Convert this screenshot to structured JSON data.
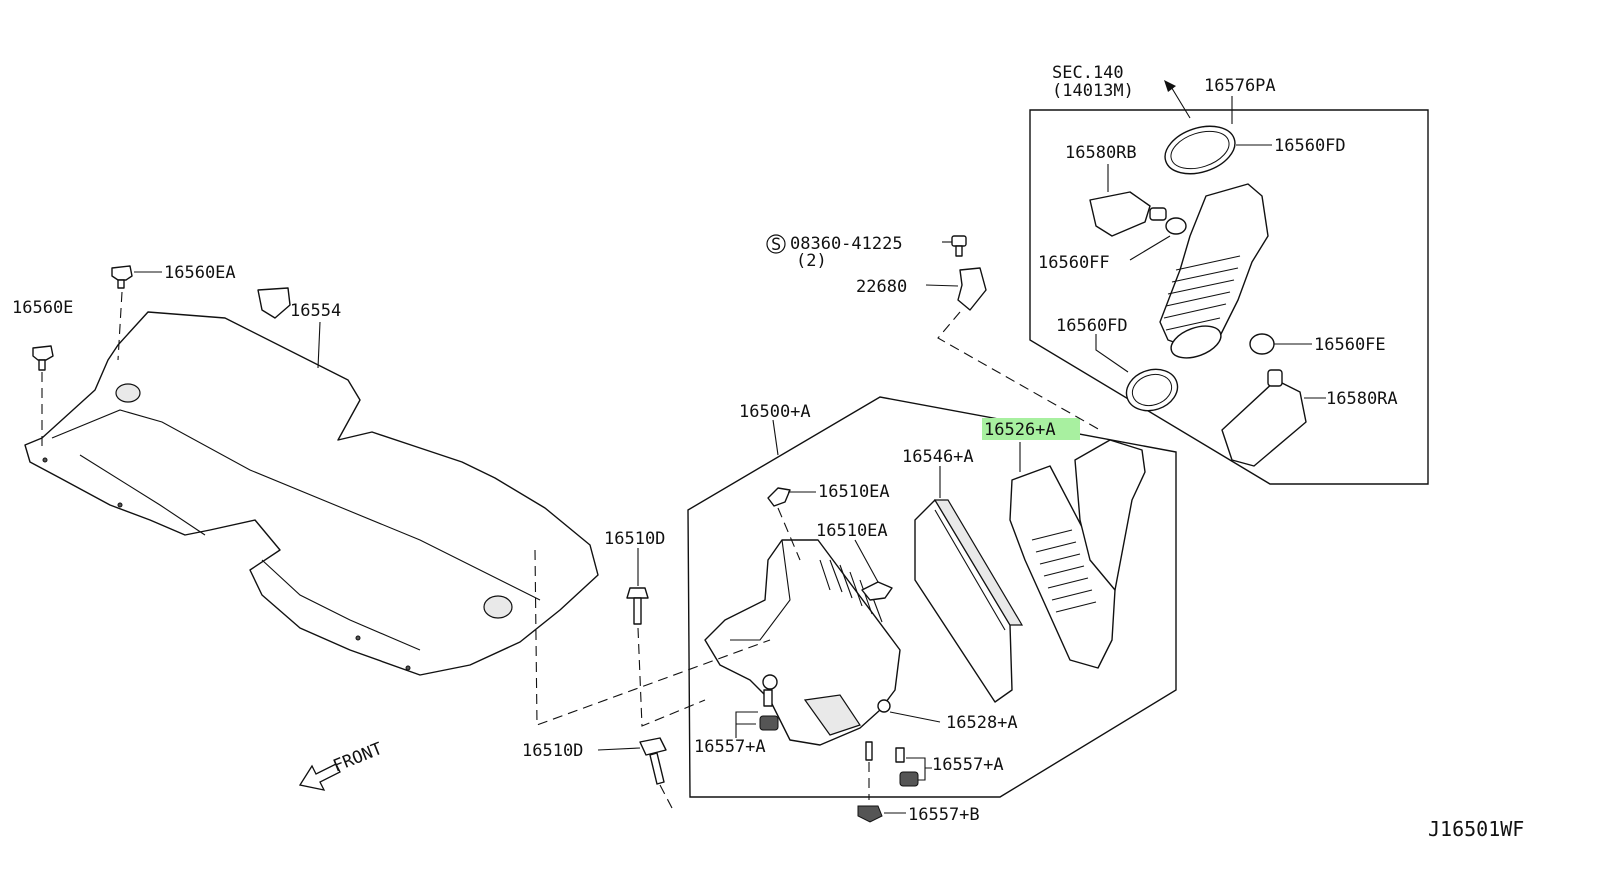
{
  "diagram_id": "J16501WF",
  "callout_highlight_color": "#a8f0a0",
  "callouts": {
    "p16554": "16554",
    "p16560e": "16560E",
    "p16560ea": "16560EA",
    "p16500a": "16500+A",
    "p16510ea_top": "16510EA",
    "p16510ea_mid": "16510EA",
    "p16510d_top": "16510D",
    "p16510d_bottom": "16510D",
    "p16546a": "16546+A",
    "p16526a": "16526+A",
    "p16528a": "16528+A",
    "p16557a_left": "16557+A",
    "p16557a_right": "16557+A",
    "p16557b": "16557+B",
    "screw_number": "08360-41225",
    "screw_qty": "(2)",
    "screw_symbol": "S",
    "p22680": "22680",
    "sec_ref": "SEC.140",
    "sec_ref_sub": "(14013M)",
    "p16576pa": "16576PA",
    "p16580rb": "16580RB",
    "p16560fd_top": "16560FD",
    "p16560ff": "16560FF",
    "p16560fd_mid": "16560FD",
    "p16560fe": "16560FE",
    "p16580ra": "16580RA",
    "front": "FRONT"
  }
}
